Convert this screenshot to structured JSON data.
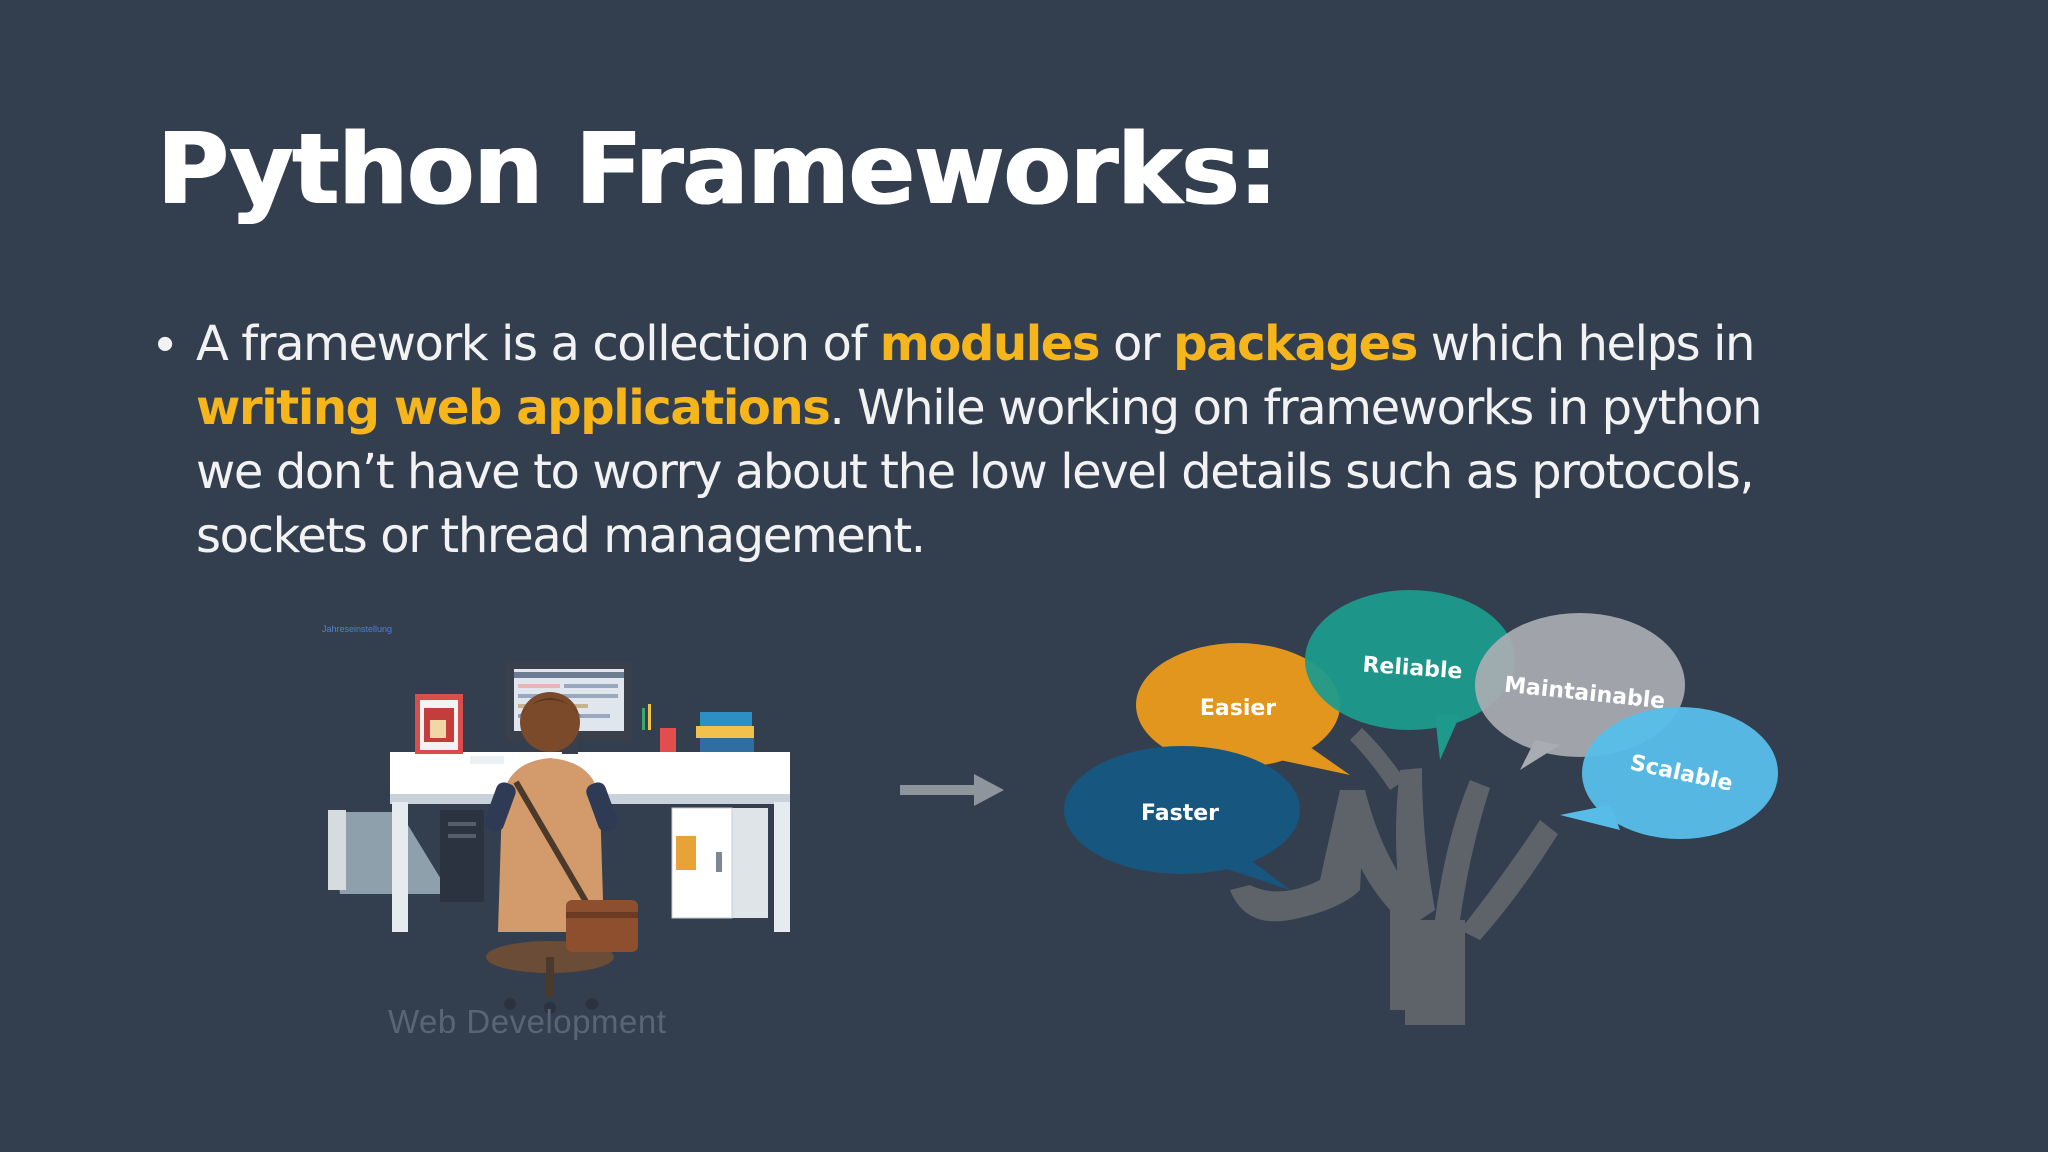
{
  "slide": {
    "title": "Python Frameworks:",
    "bullet": {
      "line1": {
        "t1": "A framework is a collection of ",
        "h1": "modules",
        "t2": " or ",
        "h2": "packages",
        "t3": " which helps in"
      },
      "line2": {
        "h1": "writing web applications",
        "t1": ". While working on frameworks in python"
      },
      "line3": "we don’t have to worry about the low level details such as protocols,",
      "line4": "sockets or thread management."
    },
    "left_figure": {
      "tiny_label": "Jahreseinstellung",
      "caption": "Web Development"
    },
    "bubbles": [
      "Easier",
      "Reliable",
      "Maintainable",
      "Scalable",
      "Faster"
    ]
  },
  "colors": {
    "background": "#333f4f",
    "highlight": "#f6b61b",
    "text": "#f2f2f2",
    "bubble_easier": "#e3961d",
    "bubble_reliable": "#1e9a8c",
    "bubble_maintainable": "#a9adb2",
    "bubble_scalable": "#57bde8",
    "bubble_faster": "#17567f"
  }
}
